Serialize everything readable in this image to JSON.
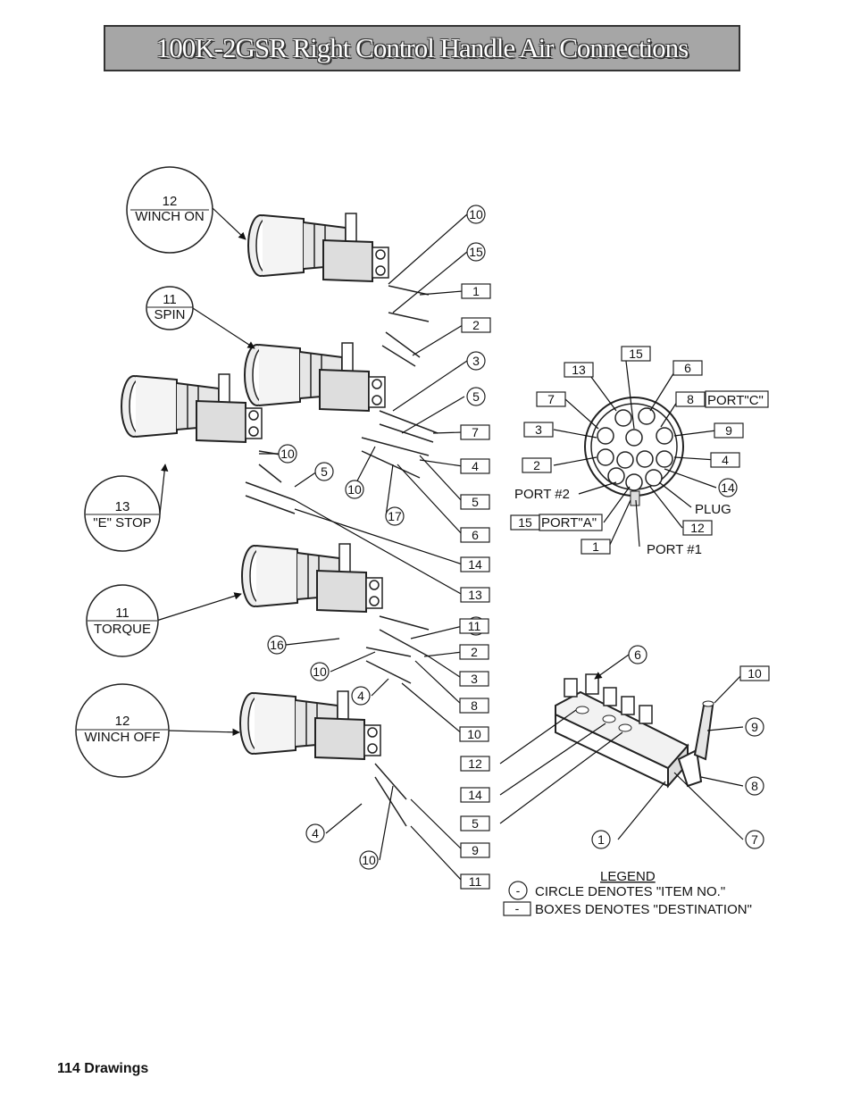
{
  "page": {
    "title": "100K-2GSR Right Control Handle Air Connections",
    "footer": "114  Drawings"
  },
  "callouts": [
    {
      "id": "c-winch-on",
      "num": "12",
      "label": "WINCH  ON"
    },
    {
      "id": "c-spin",
      "num": "11",
      "label": "SPIN"
    },
    {
      "id": "c-estop",
      "num": "13",
      "label": "\"E\" STOP"
    },
    {
      "id": "c-torque",
      "num": "11",
      "label": "TORQUE"
    },
    {
      "id": "c-winch-off",
      "num": "12",
      "label": "WINCH OFF"
    }
  ],
  "item_circles": [
    "10",
    "15",
    "3",
    "5",
    "10",
    "5",
    "10",
    "17",
    "16",
    "10",
    "4",
    "4",
    "10",
    "6",
    "9",
    "8",
    "1",
    "7",
    "14",
    "2"
  ],
  "destination_boxes": [
    "1",
    "2",
    "7",
    "4",
    "5",
    "6",
    "14",
    "13",
    "2",
    "3",
    "8",
    "10",
    "9",
    "11",
    "12",
    "14",
    "5",
    "10",
    "15",
    "13",
    "6",
    "7",
    "3",
    "8",
    "9",
    "2",
    "4",
    "12",
    "15",
    "1",
    "11"
  ],
  "port_labels": {
    "port_c": "PORT\"C\"",
    "port_a": "PORT\"A\"",
    "port_2": "PORT #2",
    "port_1": "PORT #1",
    "plug": "PLUG"
  },
  "legend": {
    "title": "LEGEND",
    "circle_symbol": "-",
    "circle_text": "CIRCLE DENOTES \"ITEM NO.\"",
    "box_symbol": "-",
    "box_text": "BOXES DENOTES \"DESTINATION\""
  }
}
